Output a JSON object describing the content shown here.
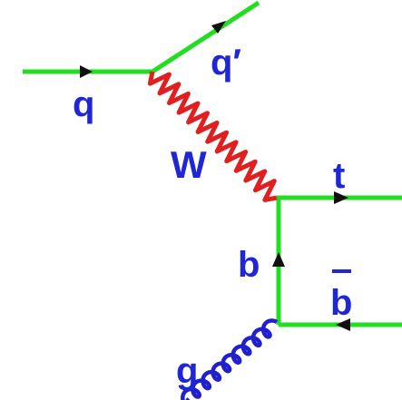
{
  "diagram": {
    "labels": {
      "q": "q",
      "q_prime": "q′",
      "w": "W",
      "t": "t",
      "b": "b",
      "b_bar": "b",
      "g": "g"
    },
    "colors": {
      "fermion": "#22dd22",
      "w_boson": "#e02020",
      "gluon": "#2020cc",
      "label": "#1f26d6",
      "background": "#ffffff"
    }
  }
}
